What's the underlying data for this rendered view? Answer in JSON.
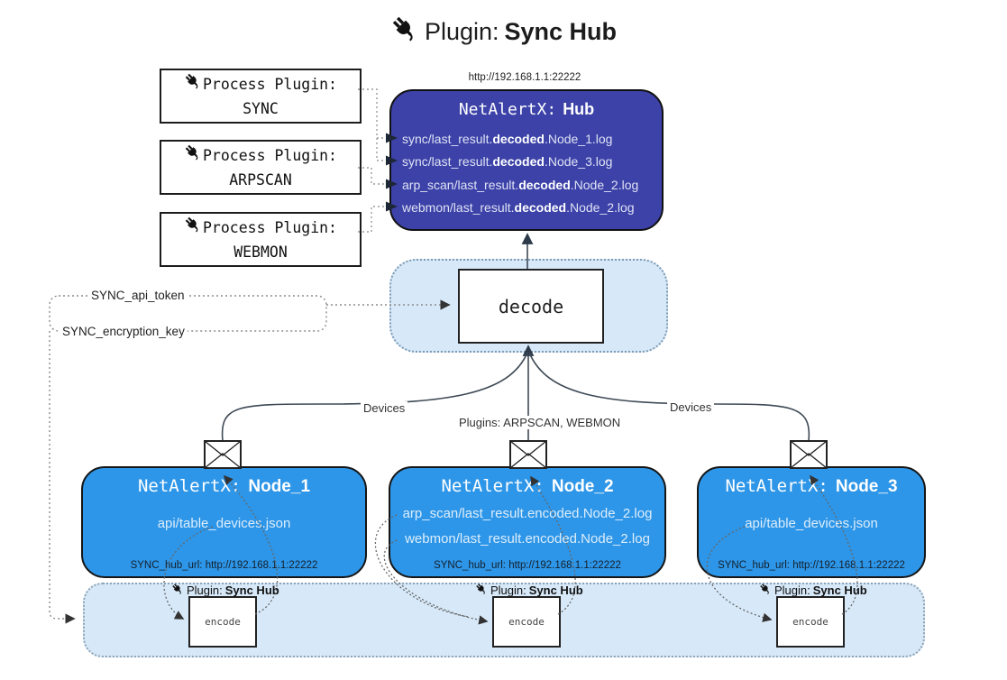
{
  "title": {
    "prefix": "Plugin:",
    "bold": "Sync Hub"
  },
  "process_plugins": [
    {
      "label": "Process Plugin:",
      "name": "SYNC"
    },
    {
      "label": "Process Plugin:",
      "name": "ARPSCAN"
    },
    {
      "label": "Process Plugin:",
      "name": "WEBMON"
    }
  ],
  "hub": {
    "url": "http://192.168.1.1:22222",
    "title_prefix": "NetAlertX:",
    "title_bold": "Hub",
    "lines": [
      {
        "pre": "sync/last_result.",
        "bold": "decoded",
        "post": ".Node_1.log"
      },
      {
        "pre": "sync/last_result.",
        "bold": "decoded",
        "post": ".Node_3.log"
      },
      {
        "pre": "arp_scan/last_result.",
        "bold": "decoded",
        "post": ".Node_2.log"
      },
      {
        "pre": "webmon/last_result.",
        "bold": "decoded",
        "post": ".Node_2.log"
      }
    ]
  },
  "decode": {
    "label": "decode"
  },
  "tokens": {
    "api_token": "SYNC_api_token",
    "encryption_key": "SYNC_encryption_key"
  },
  "edges": {
    "devices_left": "Devices",
    "plugins_mid": "Plugins: ARPSCAN, WEBMON",
    "devices_right": "Devices"
  },
  "nodes": [
    {
      "title_prefix": "NetAlertX:",
      "title_bold": "Node_1",
      "lines": [
        "api/table_devices.json"
      ],
      "footer": "SYNC_hub_url: http://192.168.1.1:22222"
    },
    {
      "title_prefix": "NetAlertX:",
      "title_bold": "Node_2",
      "lines": [
        "arp_scan/last_result.encoded.Node_2.log",
        "webmon/last_result.encoded.Node_2.log"
      ],
      "footer": "SYNC_hub_url: http://192.168.1.1:22222"
    },
    {
      "title_prefix": "NetAlertX:",
      "title_bold": "Node_3",
      "lines": [
        "api/table_devices.json"
      ],
      "footer": "SYNC_hub_url: http://192.168.1.1:22222"
    }
  ],
  "encoders": [
    {
      "label_prefix": "Plugin:",
      "label_bold": "Sync Hub",
      "box": "encode"
    },
    {
      "label_prefix": "Plugin:",
      "label_bold": "Sync Hub",
      "box": "encode"
    },
    {
      "label_prefix": "Plugin:",
      "label_bold": "Sync Hub",
      "box": "encode"
    }
  ],
  "colors": {
    "hub_fill": "#3c42a8",
    "hub_text": "#dfe2f4",
    "node_fill": "#2e96e8",
    "node_text": "#dcedfb",
    "panel_fill": "#d7e9f9"
  }
}
